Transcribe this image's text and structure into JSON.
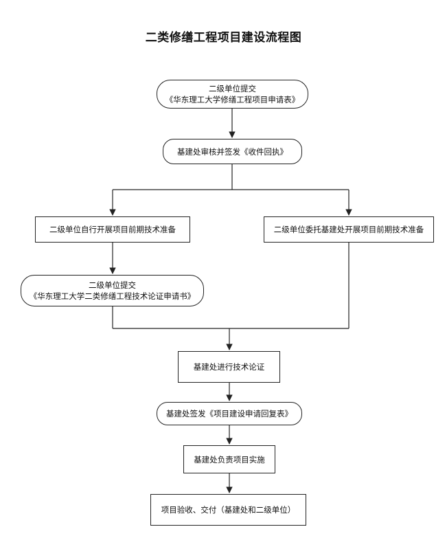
{
  "title": "二类修缮工程项目建设流程图",
  "nodes": {
    "submit_application": {
      "line1": "二级单位提交",
      "line2": "《华东理工大学修缮工程项目申请表》"
    },
    "review_receipt": {
      "text": "基建处审核并签发《收件回执》"
    },
    "self_prepare": {
      "text": "二级单位自行开展项目前期技术准备"
    },
    "entrust_prepare": {
      "text": "二级单位委托基建处开展项目前期技术准备"
    },
    "submit_argument": {
      "line1": "二级单位提交",
      "line2": "《华东理工大学二类修缮工程技术论证申请书》"
    },
    "tech_argument": {
      "text": "基建处进行技术论证"
    },
    "issue_reply": {
      "text": "基建处签发《项目建设申请回复表》"
    },
    "implement": {
      "text": "基建处负责项目实施"
    },
    "acceptance": {
      "text": "项目验收、交付（基建处和二级单位）"
    }
  }
}
